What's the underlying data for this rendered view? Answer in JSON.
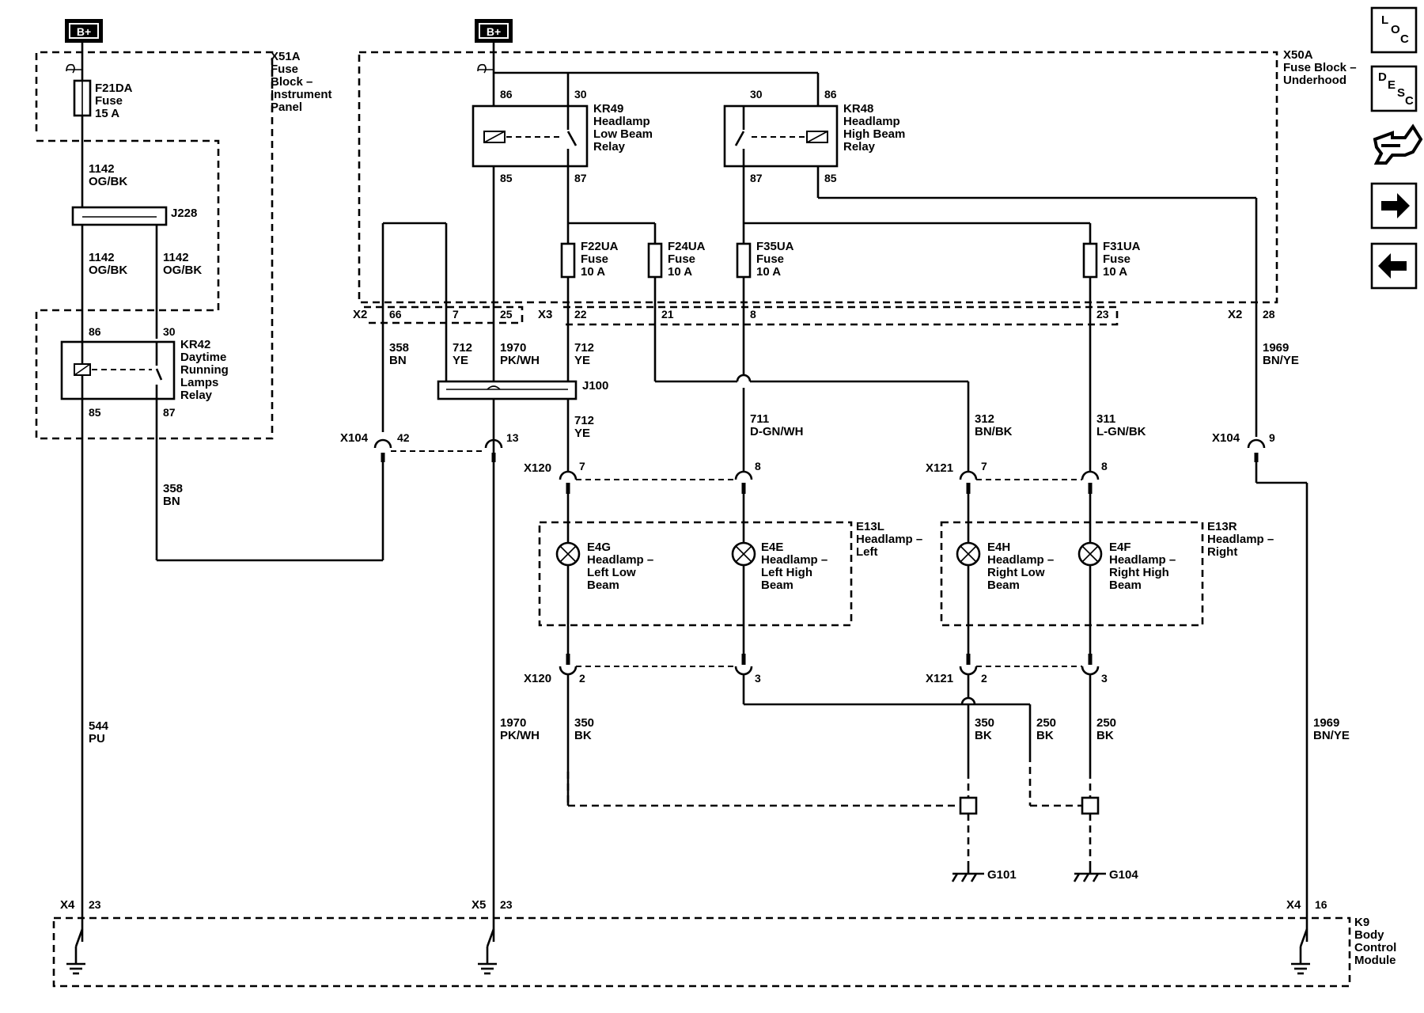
{
  "sources": [
    {
      "id": "bp1",
      "label": "B+"
    },
    {
      "id": "bp2",
      "label": "B+"
    }
  ],
  "blocks": {
    "x51a": [
      "X51A",
      "Fuse",
      "Block –",
      "Instrument",
      "Panel"
    ],
    "x50a": [
      "X50A",
      "Fuse Block –",
      "Underhood"
    ],
    "k9": [
      "K9",
      "Body",
      "Control",
      "Module"
    ],
    "e13l": [
      "E13L",
      "Headlamp –",
      "Left"
    ],
    "e13r": [
      "E13R",
      "Headlamp –",
      "Right"
    ]
  },
  "fuses": [
    {
      "id": "f21da",
      "lines": [
        "F21DA",
        "Fuse",
        "15 A"
      ]
    },
    {
      "id": "f22ua",
      "lines": [
        "F22UA",
        "Fuse",
        "10 A"
      ]
    },
    {
      "id": "f24ua",
      "lines": [
        "F24UA",
        "Fuse",
        "10 A"
      ]
    },
    {
      "id": "f35ua",
      "lines": [
        "F35UA",
        "Fuse",
        "10 A"
      ]
    },
    {
      "id": "f31ua",
      "lines": [
        "F31UA",
        "Fuse",
        "10 A"
      ]
    }
  ],
  "relays": [
    {
      "id": "kr42",
      "lines": [
        "KR42",
        "Daytime",
        "Running",
        "Lamps",
        "Relay"
      ],
      "pins": [
        "86",
        "30",
        "85",
        "87"
      ]
    },
    {
      "id": "kr49",
      "lines": [
        "KR49",
        "Headlamp",
        "Low Beam",
        "Relay"
      ],
      "pins": [
        "86",
        "30",
        "85",
        "87"
      ]
    },
    {
      "id": "kr48",
      "lines": [
        "KR48",
        "Headlamp",
        "High Beam",
        "Relay"
      ],
      "pins": [
        "30",
        "86",
        "87",
        "85"
      ]
    }
  ],
  "lamps": [
    {
      "id": "e4g",
      "lines": [
        "E4G",
        "Headlamp –",
        "Left Low",
        "Beam"
      ]
    },
    {
      "id": "e4e",
      "lines": [
        "E4E",
        "Headlamp –",
        "Left High",
        "Beam"
      ]
    },
    {
      "id": "e4h",
      "lines": [
        "E4H",
        "Headlamp –",
        "Right Low",
        "Beam"
      ]
    },
    {
      "id": "e4f",
      "lines": [
        "E4F",
        "Headlamp –",
        "Right High",
        "Beam"
      ]
    }
  ],
  "splices": [
    "J228",
    "J100"
  ],
  "connectors": {
    "x2": "X2",
    "x3": "X3",
    "x2r": "X2",
    "x104l": "X104",
    "x104r": "X104",
    "x120a": "X120",
    "x120b": "X120",
    "x121a": "X121",
    "x121b": "X121",
    "x4l": "X4",
    "x5": "X5",
    "x4r": "X4"
  },
  "pins": {
    "x2_66": "66",
    "x2_7": "7",
    "x2_25": "25",
    "x3_22": "22",
    "x3_21": "21",
    "x3_8": "8",
    "x3_23": "23",
    "x2_28": "28",
    "x104_42": "42",
    "x104_13": "13",
    "x104_9": "9",
    "x120_7": "7",
    "x120_8": "8",
    "x121_7": "7",
    "x121_8": "8",
    "x120_2": "2",
    "x120_3": "3",
    "x121_2": "2",
    "x121_3": "3",
    "x4_23": "23",
    "x5_23": "23",
    "x4_16": "16"
  },
  "wires": [
    {
      "id": "w1142a",
      "circuit": "1142",
      "color": "OG/BK"
    },
    {
      "id": "w1142b",
      "circuit": "1142",
      "color": "OG/BK"
    },
    {
      "id": "w1142c",
      "circuit": "1142",
      "color": "OG/BK"
    },
    {
      "id": "w358a",
      "circuit": "358",
      "color": "BN"
    },
    {
      "id": "w358b",
      "circuit": "358",
      "color": "BN"
    },
    {
      "id": "w712a",
      "circuit": "712",
      "color": "YE"
    },
    {
      "id": "w712b",
      "circuit": "712",
      "color": "YE"
    },
    {
      "id": "w712c",
      "circuit": "712",
      "color": "YE"
    },
    {
      "id": "w1970a",
      "circuit": "1970",
      "color": "PK/WH"
    },
    {
      "id": "w1970b",
      "circuit": "1970",
      "color": "PK/WH"
    },
    {
      "id": "w1969a",
      "circuit": "1969",
      "color": "BN/YE"
    },
    {
      "id": "w1969b",
      "circuit": "1969",
      "color": "BN/YE"
    },
    {
      "id": "w711",
      "circuit": "711",
      "color": "D-GN/WH"
    },
    {
      "id": "w312",
      "circuit": "312",
      "color": "BN/BK"
    },
    {
      "id": "w311",
      "circuit": "311",
      "color": "L-GN/BK"
    },
    {
      "id": "w544",
      "circuit": "544",
      "color": "PU"
    },
    {
      "id": "w350a",
      "circuit": "350",
      "color": "BK"
    },
    {
      "id": "w350b",
      "circuit": "350",
      "color": "BK"
    },
    {
      "id": "w250a",
      "circuit": "250",
      "color": "BK"
    },
    {
      "id": "w250b",
      "circuit": "250",
      "color": "BK"
    }
  ],
  "grounds": [
    "G101",
    "G104"
  ],
  "nav": {
    "loc": [
      "L",
      "O",
      "C"
    ],
    "desc": [
      "D",
      "E",
      "S",
      "C"
    ]
  }
}
